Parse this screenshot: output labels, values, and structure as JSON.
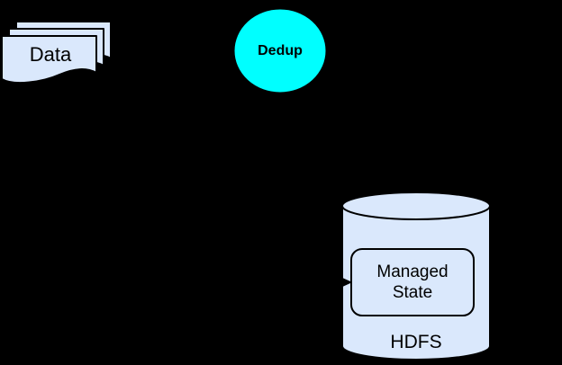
{
  "diagram": {
    "background_color": "#000000",
    "stroke_color": "#000000",
    "nodes": {
      "data": {
        "label": "Data",
        "shape": "multi-document",
        "fill": "#DAE8FC"
      },
      "dedup": {
        "label": "Dedup",
        "shape": "ellipse",
        "fill": "#00FFFF"
      },
      "managed_state": {
        "label": "Managed State",
        "shape": "rounded-rectangle",
        "fill": "#DAE8FC"
      },
      "hdfs": {
        "label": "HDFS",
        "shape": "cylinder",
        "fill": "#DAE8FC"
      }
    },
    "edges": [
      {
        "name": "edge-into-managed-state",
        "to": "managed_state",
        "arrowhead": "solid-black-triangle-right"
      }
    ]
  }
}
